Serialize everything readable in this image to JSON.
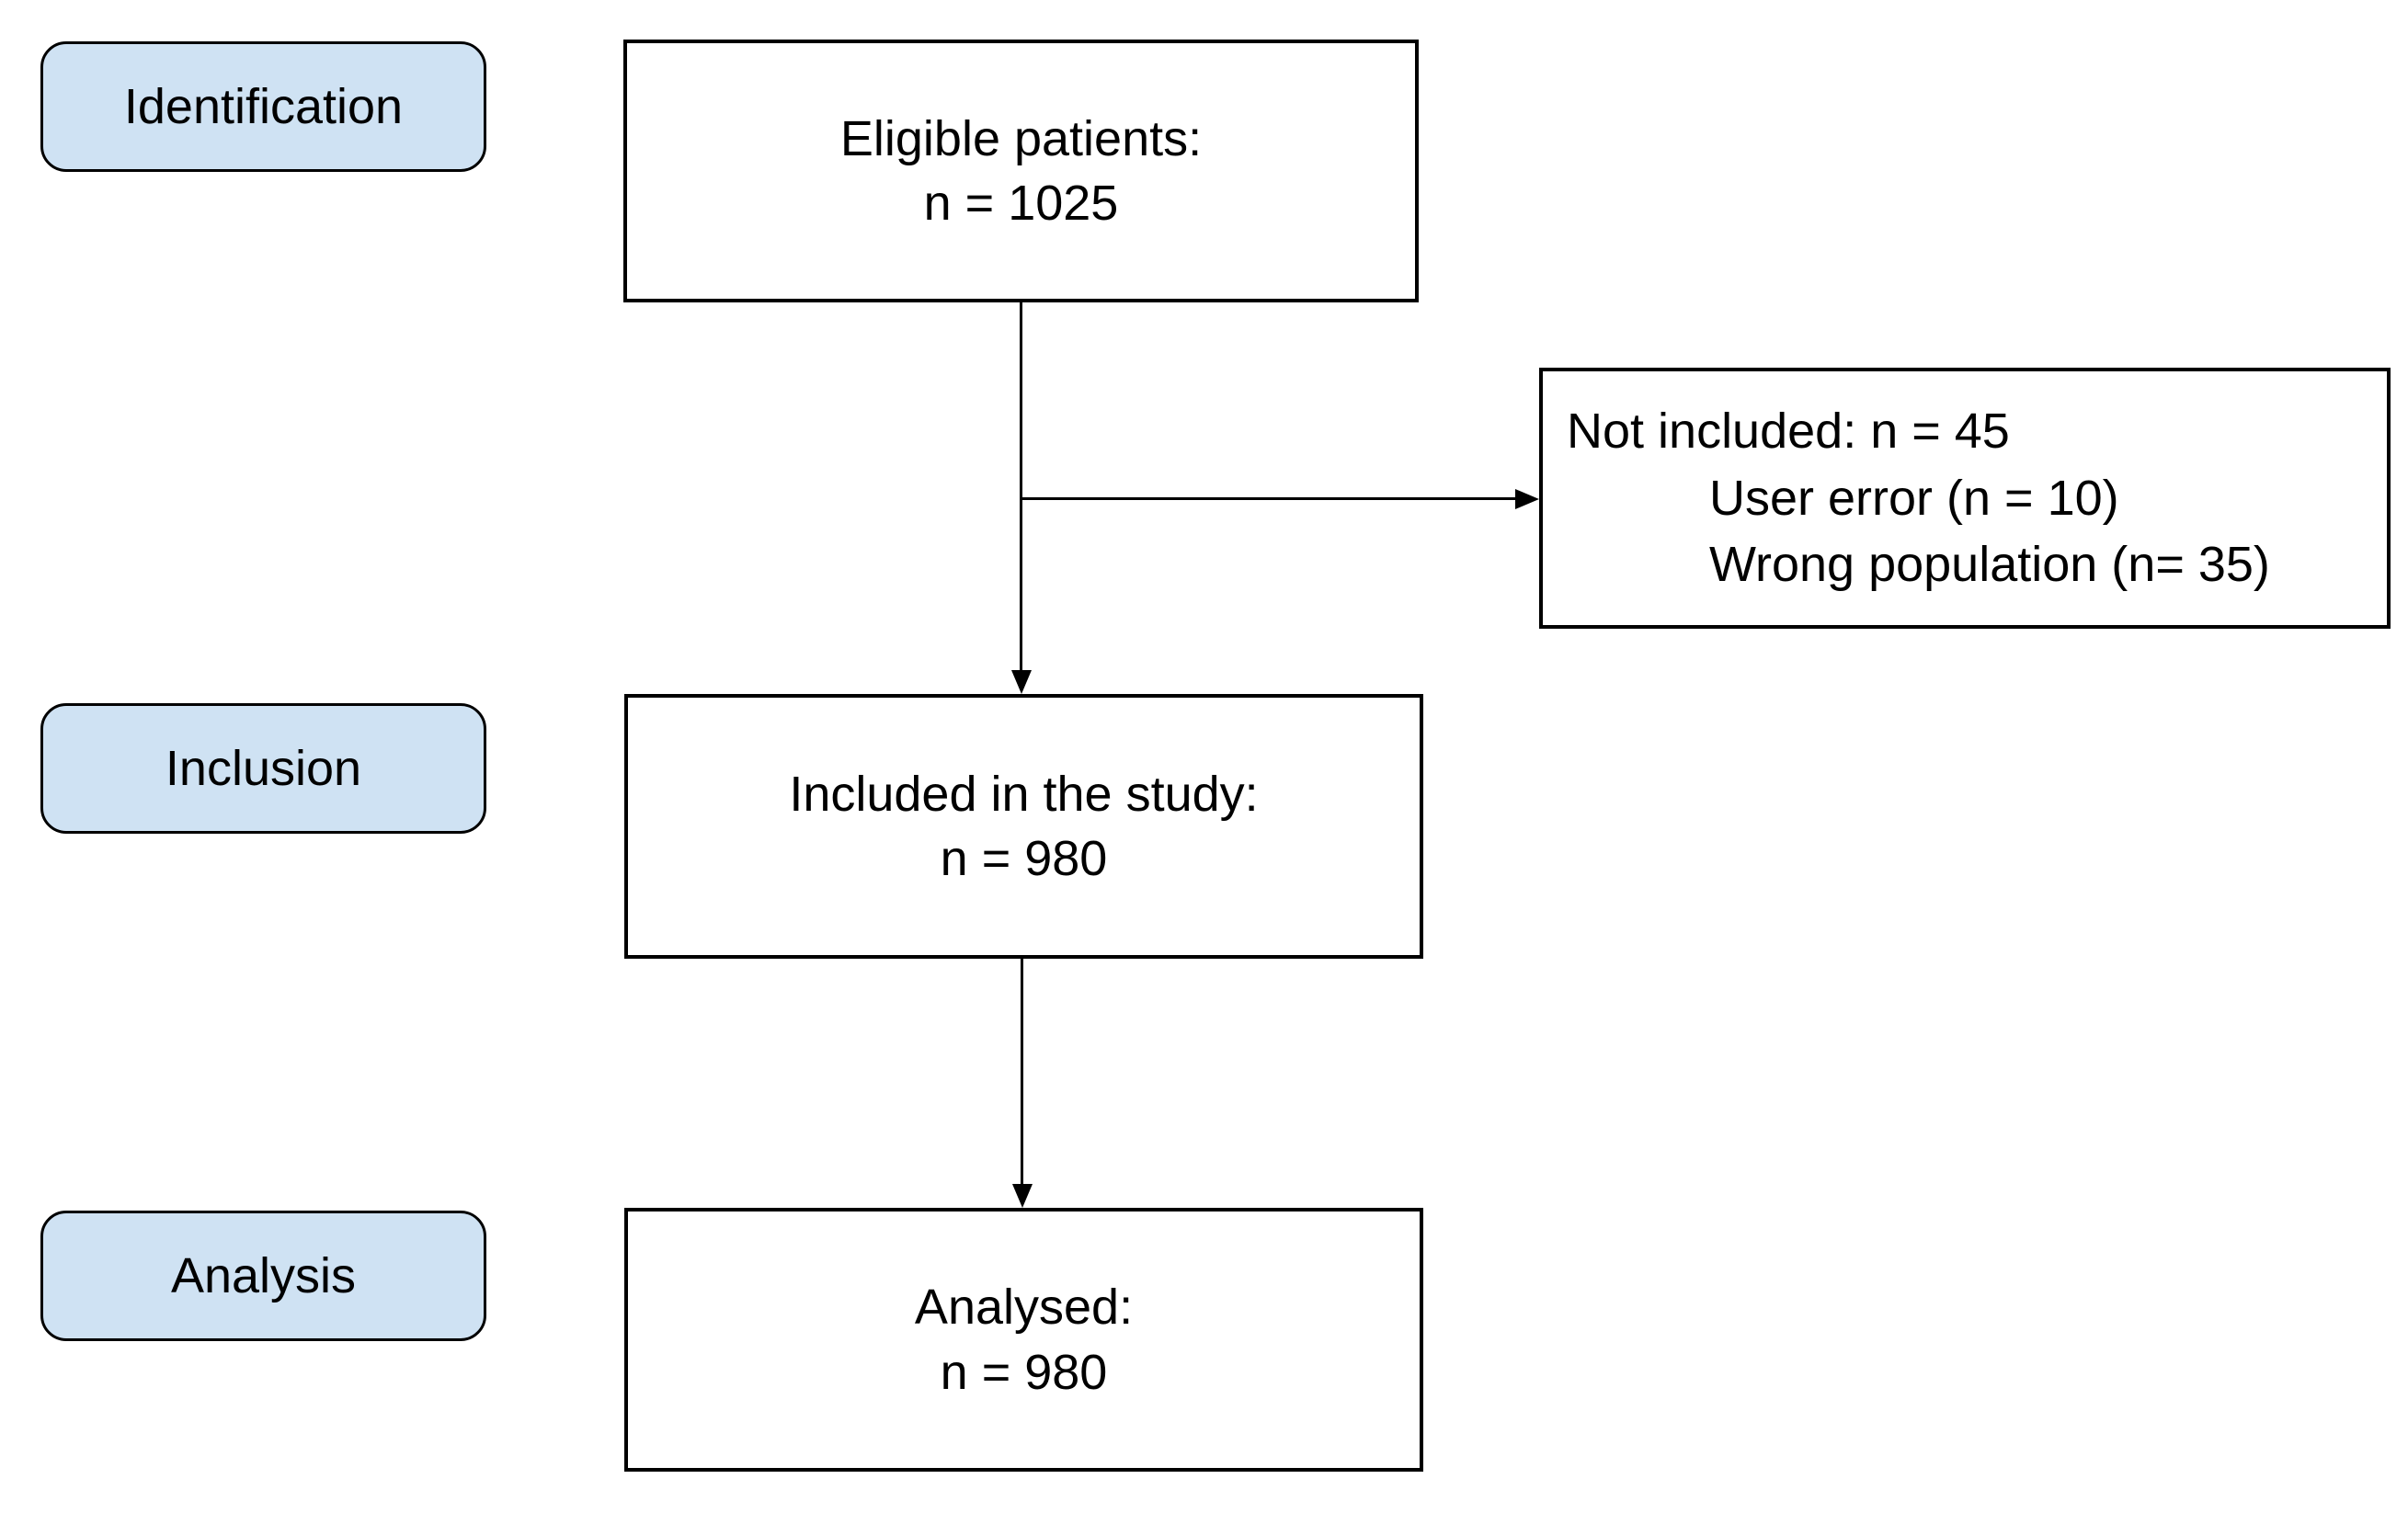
{
  "diagram": {
    "stage_labels": [
      {
        "label": "Identification"
      },
      {
        "label": "Inclusion"
      },
      {
        "label": "Analysis"
      }
    ],
    "flow_boxes": {
      "eligible": {
        "line1": "Eligible patients:",
        "line2": "n = 1025"
      },
      "included": {
        "line1": "Included in the study:",
        "line2": "n = 980"
      },
      "analysed": {
        "line1": "Analysed:",
        "line2": "n = 980"
      }
    },
    "exclusion_box": {
      "line1": "Not included: n = 45",
      "line2": "User error (n = 10)",
      "line3": "Wrong population (n= 35)"
    },
    "colors": {
      "stage_fill": "#cfe2f3",
      "border": "#000000",
      "background": "#ffffff",
      "text": "#000000"
    }
  }
}
